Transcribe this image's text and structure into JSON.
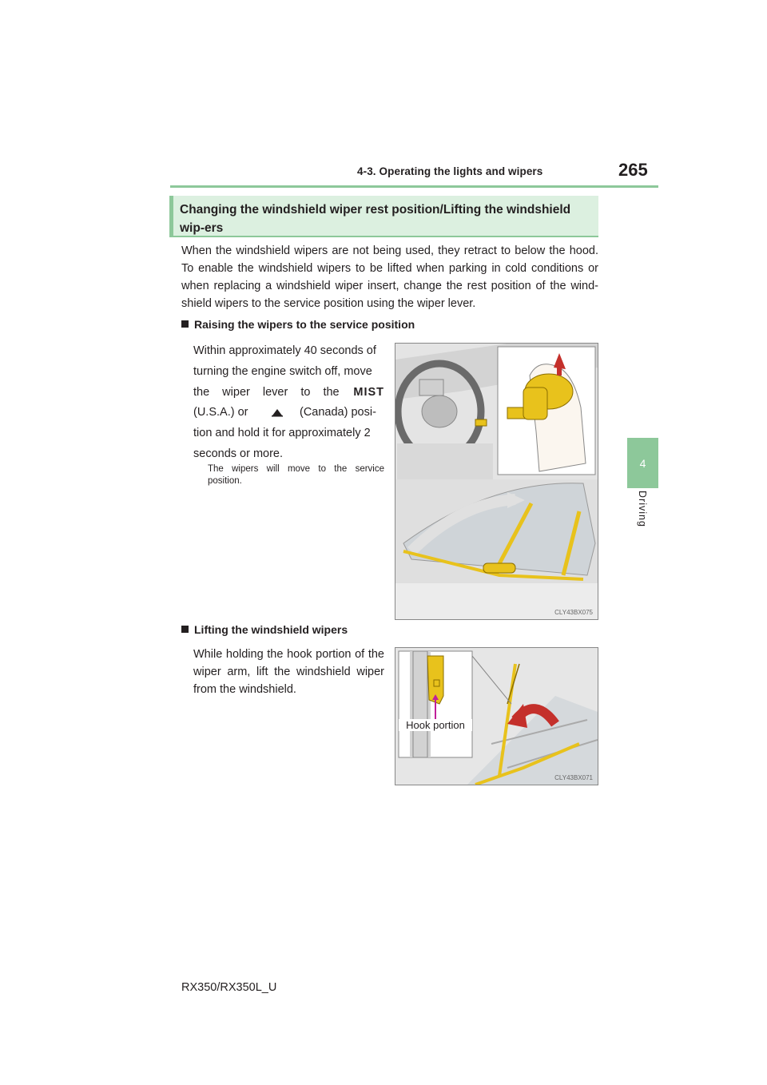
{
  "header": {
    "title": "4-3. Operating the lights and wipers",
    "page_number": "265"
  },
  "side_tab": {
    "number": "4",
    "label": "Driving"
  },
  "section": {
    "title": "Changing the windshield wiper rest position/Lifting the windshield wip-ers",
    "intro": "When the windshield wipers are not being used, they retract to below the hood. To enable the windshield wipers to be lifted when parking in cold conditions or when replacing a windshield wiper insert, change the rest position of the wind-shield wipers to the service position using the wiper lever."
  },
  "subsection1": {
    "heading": "Raising the wipers to the service position",
    "line1": "Within approximately 40 seconds of",
    "line2": "turning the engine switch off, move",
    "line3a": "the wiper lever to the",
    "mist": "MIST",
    "line4a": "(U.S.A.) or",
    "line4b": "(Canada) posi-",
    "line5": "tion and hold it for approximately 2",
    "line6": "seconds or more.",
    "note": "The wipers will move to the service position.",
    "figure_code": "CLY43BX075"
  },
  "subsection2": {
    "heading": "Lifting the windshield wipers",
    "text": "While holding the hook portion of the wiper arm, lift the windshield wiper from the windshield.",
    "callout": "Hook portion",
    "figure_code": "CLY43BX071"
  },
  "footer": {
    "model": "RX350/RX350L_U"
  },
  "colors": {
    "accent": "#8dc89a",
    "accent_light": "#dcf0e0",
    "wiper_yellow": "#e8c21c",
    "arrow_red": "#c4302b"
  }
}
